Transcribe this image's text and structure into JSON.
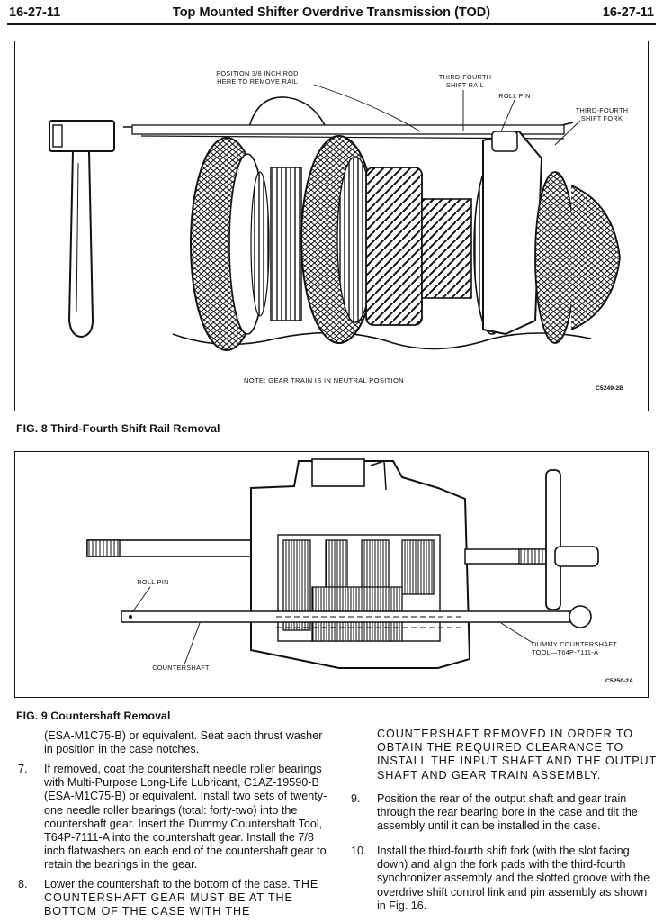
{
  "header": {
    "left": "16-27-11",
    "title": "Top Mounted Shifter Overdrive Transmission (TOD)",
    "right": "16-27-11"
  },
  "fig8": {
    "labels": {
      "position_rod": "POSITION 3/8 INCH ROD HERE TO REMOVE RAIL",
      "shift_rail": "THIRD-FOURTH SHIFT RAIL",
      "roll_pin": "ROLL PIN",
      "shift_fork": "THIRD-FOURTH SHIFT FORK"
    },
    "note": "NOTE: GEAR TRAIN IS IN NEUTRAL POSITION",
    "code": "C5249-2B",
    "caption": "FIG. 8 Third-Fourth Shift Rail Removal"
  },
  "fig9": {
    "labels": {
      "roll_pin": "ROLL PIN",
      "countershaft": "COUNTERSHAFT",
      "dummy": "DUMMY COUNTERSHAFT TOOL—T64P-7111-A"
    },
    "code": "C5250-2A",
    "caption": "FIG. 9 Countershaft Removal"
  },
  "text": {
    "left_cont": "(ESA-M1C75-B) or equivalent. Seat each thrust washer in position in the case notches.",
    "step7_num": "7.",
    "step7": "If removed, coat the countershaft needle roller bearings with Multi-Purpose Long-Life Lubricant, C1AZ-19590-B (ESA-M1C75-B) or equivalent. Install two sets of twenty-one needle roller bearings (total: forty-two) into the countershaft gear. Insert the Dummy Countershaft Tool, T64P-7111-A into the countershaft gear. Install the 7/8 inch flatwashers on each end of the countershaft gear to retain the bearings in the gear.",
    "step8_num": "8.",
    "step8": "Lower the countershaft to the bottom of the case.",
    "step8_caps": "THE COUNTERSHAFT GEAR MUST BE AT THE BOTTOM OF THE CASE WITH THE",
    "right_caps": "COUNTERSHAFT REMOVED IN ORDER TO OBTAIN THE REQUIRED CLEARANCE TO INSTALL THE INPUT SHAFT AND THE OUTPUT SHAFT AND GEAR TRAIN ASSEMBLY.",
    "step9_num": "9.",
    "step9": "Position the rear of the output shaft and gear train through the rear bearing bore in the case and tilt the assembly until it can be installed in the case.",
    "step10_num": "10.",
    "step10": "Install the third-fourth shift fork (with the slot facing down) and align the fork pads with the third-fourth synchronizer assembly and the slotted groove with the overdrive shift control link and pin assembly as shown in Fig. 16."
  }
}
